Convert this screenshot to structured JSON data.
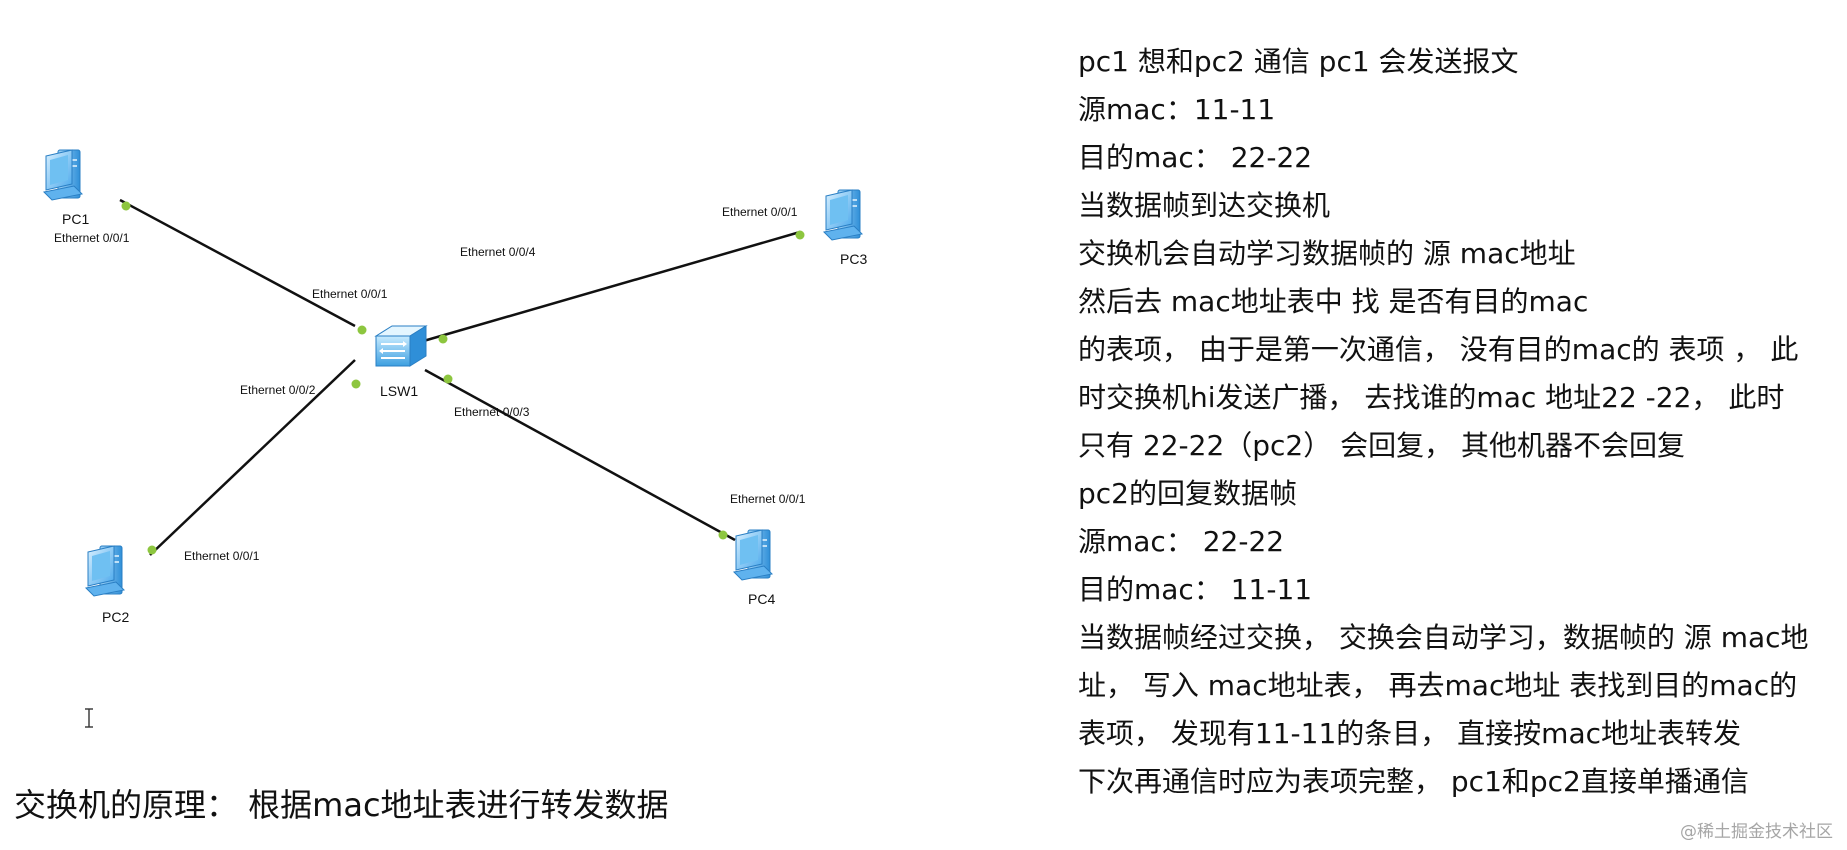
{
  "diagram": {
    "nodes": [
      {
        "id": "PC1",
        "label": "PC1",
        "type": "pc"
      },
      {
        "id": "PC2",
        "label": "PC2",
        "type": "pc"
      },
      {
        "id": "PC3",
        "label": "PC3",
        "type": "pc"
      },
      {
        "id": "PC4",
        "label": "PC4",
        "type": "pc"
      },
      {
        "id": "LSW1",
        "label": "LSW1",
        "type": "switch"
      }
    ],
    "links": [
      {
        "from": "PC1",
        "to": "LSW1",
        "from_port": "Ethernet 0/0/1",
        "to_port": "Ethernet 0/0/1"
      },
      {
        "from": "PC2",
        "to": "LSW1",
        "from_port": "Ethernet 0/0/1",
        "to_port": "Ethernet 0/0/2"
      },
      {
        "from": "PC3",
        "to": "LSW1",
        "from_port": "Ethernet 0/0/1",
        "to_port": "Ethernet 0/0/4"
      },
      {
        "from": "PC4",
        "to": "LSW1",
        "from_port": "Ethernet 0/0/1",
        "to_port": "Ethernet 0/0/3"
      }
    ],
    "colors": {
      "link": "#111111",
      "port_dot": "#8dc63f",
      "pc_icon": "#3b9de8",
      "switch_icon": "#5ab4ea"
    }
  },
  "notes": [
    "pc1   想和pc2 通信   pc1  会发送报文",
    "源mac：11-11",
    "目的mac：  22-22",
    "当数据帧到达交换机",
    "交换机会自动学习数据帧的 源 mac地址",
    "然后去 mac地址表中  找 是否有目的mac",
    "的表项， 由于是第一次通信， 没有目的mac的  表项 ，  此",
    "时交换机hi发送广播，  去找谁的mac  地址22 -22，  此时",
    "只有 22-22（pc2） 会回复， 其他机器不会回复",
    "pc2的回复数据帧",
    "源mac：  22-22",
    "目的mac：    11-11",
    "当数据帧经过交换，  交换会自动学习，数据帧的 源 mac地",
    "址，  写入 mac地址表，  再去mac地址 表找到目的mac的",
    "表项，  发现有11-11的条目，  直接按mac地址表转发",
    "下次再通信时应为表项完整，  pc1和pc2直接单播通信"
  ],
  "caption": "交换机的原理：   根据mac地址表进行转发数据",
  "watermark": "@稀土掘金技术社区"
}
